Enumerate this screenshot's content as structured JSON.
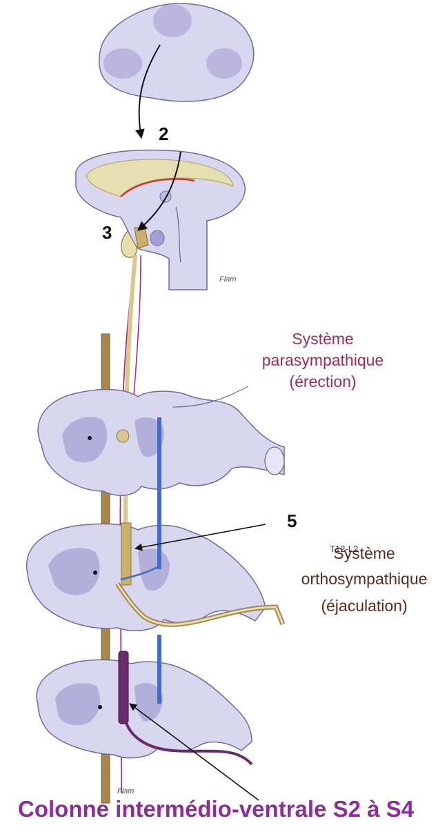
{
  "labels": {
    "num2": "2",
    "num3": "3",
    "num5": "5",
    "parasym": [
      "Système",
      "parasympathique",
      "(érection)"
    ],
    "ortho": [
      "Système",
      "orthosympathique",
      "(éjaculation)"
    ],
    "overlap_code": "T12-L2",
    "caption": "Colonne intermédio-ventrale S2 à S4",
    "signature_top": "Flam",
    "signature_bottom": "Flam"
  },
  "colors": {
    "tissue_fill": "#d9d6ef",
    "tissue_stroke": "#6f6a9a",
    "gray_matter": "#b4aedb",
    "tract_brown": "#a8874e",
    "tract_tan": "#d9c78f",
    "nerve_pink": "#a8326e",
    "nerve_blue": "#3f6fc4",
    "purple_column": "#6a2a6e",
    "parasym_text": "#9c2d55",
    "ortho_text": "#5a2b1f",
    "caption_text": "#8e2c9c"
  }
}
